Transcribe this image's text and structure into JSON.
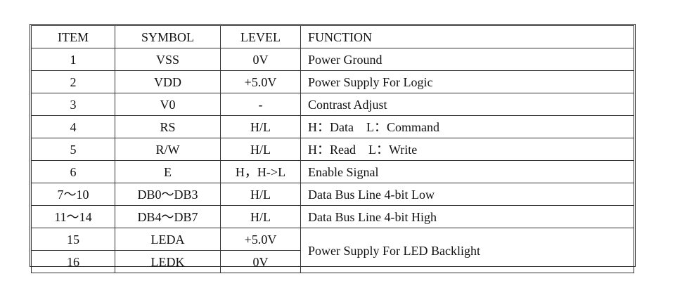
{
  "headers": {
    "item": "ITEM",
    "symbol": "SYMBOL",
    "level": "LEVEL",
    "function": "FUNCTION"
  },
  "rows": [
    {
      "item": "1",
      "symbol": "VSS",
      "level": "0V",
      "function": "Power Ground"
    },
    {
      "item": "2",
      "symbol": "VDD",
      "level": "+5.0V",
      "function": "Power Supply For Logic"
    },
    {
      "item": "3",
      "symbol": "V0",
      "level": "-",
      "function": "Contrast Adjust"
    },
    {
      "item": "4",
      "symbol": "RS",
      "level": "H/L",
      "function": "H：Data    L：Command"
    },
    {
      "item": "5",
      "symbol": "R/W",
      "level": "H/L",
      "function": "H：Read    L：Write"
    },
    {
      "item": "6",
      "symbol": "E",
      "level": "H，H->L",
      "function": "Enable Signal"
    },
    {
      "item": "7～10",
      "symbol": "DB0～DB3",
      "level": "H/L",
      "function": "Data Bus Line 4-bit Low"
    },
    {
      "item": "11～14",
      "symbol": "DB4～DB7",
      "level": "H/L",
      "function": "Data Bus Line 4-bit High"
    },
    {
      "item": "15",
      "symbol": "LEDA",
      "level": "+5.0V"
    },
    {
      "item": "16",
      "symbol": "LEDK",
      "level": "0V"
    }
  ],
  "merged_function": "Power Supply For LED Backlight"
}
